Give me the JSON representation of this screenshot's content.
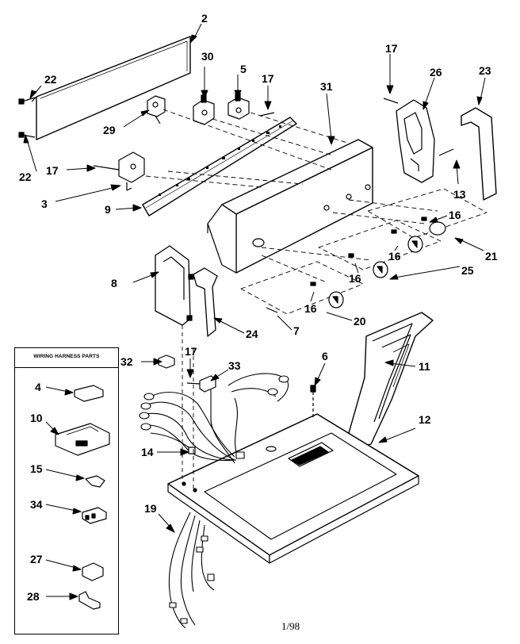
{
  "diagram": {
    "inset_title": "WIRING HARNESS PARTS",
    "footer": "1/98",
    "part_labels": {
      "p2": "2",
      "p22a": "22",
      "p22b": "22",
      "p30": "30",
      "p5": "5",
      "p17a": "17",
      "p17b": "17",
      "p31": "31",
      "p26": "26",
      "p23": "23",
      "p29": "29",
      "p17c": "17",
      "p3": "3",
      "p9": "9",
      "p13": "13",
      "p16a": "16",
      "p21": "21",
      "p16b": "16",
      "p16c": "16",
      "p25": "25",
      "p8": "8",
      "p16d": "16",
      "p20": "20",
      "p7": "7",
      "p24": "24",
      "p32": "32",
      "p17d": "17",
      "p33": "33",
      "p6": "6",
      "p11": "11",
      "p12": "12",
      "p14": "14",
      "p19": "19",
      "inset4": "4",
      "inset10": "10",
      "inset15": "15",
      "inset34": "34",
      "inset27": "27",
      "inset28": "28"
    }
  }
}
